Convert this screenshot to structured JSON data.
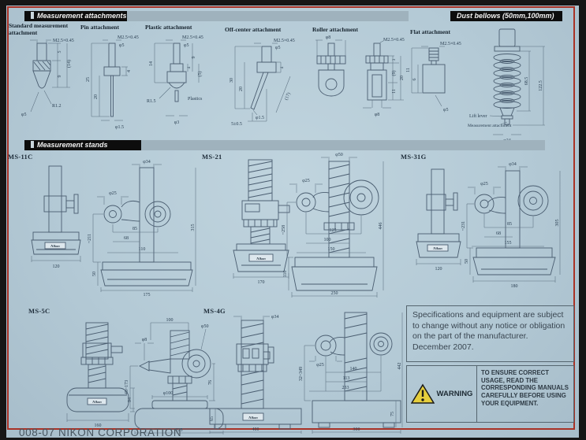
{
  "page": {
    "footer": "008-07 NIKON CORPORATION"
  },
  "headers": {
    "attachments": "Measurement attachments",
    "bellows": "Dust bellows (50mm,100mm)",
    "stands": "Measurement stands"
  },
  "att": {
    "standard": {
      "title": "Standard measurement attachment",
      "thread": "M2.5×0.45",
      "h1": "5",
      "h2": "(14)",
      "h3": "9",
      "radius": "R1.2",
      "dia": "φ5"
    },
    "pin": {
      "title": "Pin attachment",
      "thread": "M2.5×0.45",
      "dia": "φ5",
      "collar": "4",
      "len1": "25",
      "len2": "20",
      "tip": "φ1.5"
    },
    "plastic": {
      "title": "Plastic attachment",
      "thread": "M2.5×0.45",
      "dia": "φ5",
      "len": "14",
      "h1": "9",
      "h2": "4",
      "h3": "(5)",
      "radius": "R1.5",
      "material": "Plastics",
      "tip": "φ3"
    },
    "offcenter": {
      "title": "Off-center attachment",
      "thread": "M2.5×0.45",
      "dia": "φ5",
      "collar": "4",
      "len1": "30",
      "len2": "20",
      "slant": "(17)",
      "tip": "φ1.5",
      "offset": "5±0.5"
    },
    "roller": {
      "title": "Roller attachment",
      "dia1": "φ8",
      "thread": "M2.5×0.45",
      "h1": "3",
      "h2": "(9)",
      "h3": "20",
      "h4": "11",
      "dia2": "φ8"
    },
    "flat": {
      "title": "Flat attachment",
      "thread": "M2.5×0.45",
      "h1": "11",
      "h2": "6",
      "dia": "φ5"
    }
  },
  "bellows": {
    "inner_h": "68.5",
    "outer_h": "122.5",
    "lift_label": "Lift lever",
    "attach_label": "Measurement attachment",
    "dia": "φ24"
  },
  "stands": {
    "brand": "Nikon",
    "ms11c": {
      "model": "MS-11C",
      "dia_top": "φ34",
      "dia_spindle": "φ25",
      "stroke": "~211",
      "w1": "85",
      "w2": "68",
      "w3": "110",
      "base_h": "50",
      "front_base": "120",
      "side_base": "175",
      "total_h": "315"
    },
    "ms21": {
      "model": "MS-21",
      "dia_top": "φ50",
      "dia_spindle": "φ25",
      "stroke": "~258",
      "w1": "125",
      "w2": "100",
      "w3": "150",
      "base_h": "110",
      "front_base": "170",
      "side_base": "250",
      "total_h": "446"
    },
    "ms31g": {
      "model": "MS-31G",
      "dia_top": "φ34",
      "dia_spindle": "φ25",
      "stroke": "~231",
      "w1": "85",
      "w2": "68",
      "w3": "155",
      "base_h": "50",
      "front_base": "120",
      "side_base": "180",
      "total_h": "305"
    },
    "ms5c": {
      "model": "MS-5C",
      "top_w": "100",
      "dia_top": "φ50",
      "dia_spindle": "φ8",
      "stroke": "48~173",
      "dia_base": "φ100",
      "front_h": "94",
      "wheel_h": "76",
      "base_h": "65",
      "front_base": "160",
      "side_base": "225"
    },
    "ms4g": {
      "model": "MS-4G",
      "dia_top": "φ34",
      "dia_spindle": "φ25",
      "stroke": "32~349",
      "w1": "140",
      "w2": "113",
      "w3": "233",
      "total_h": "442",
      "base_h": "75",
      "front_base": "400",
      "side_base": "300"
    }
  },
  "notice": {
    "text": "Specifications and equipment are subject to change without any notice or obligation on the part of the manufacturer.  December 2007."
  },
  "warning": {
    "label": "WARNING",
    "text": "TO ENSURE CORRECT USAGE, READ THE CORRESPONDING MANUALS CAREFULLY BEFORE USING YOUR EQUIPMENT.",
    "triangle_color": "#e5ce3d"
  }
}
